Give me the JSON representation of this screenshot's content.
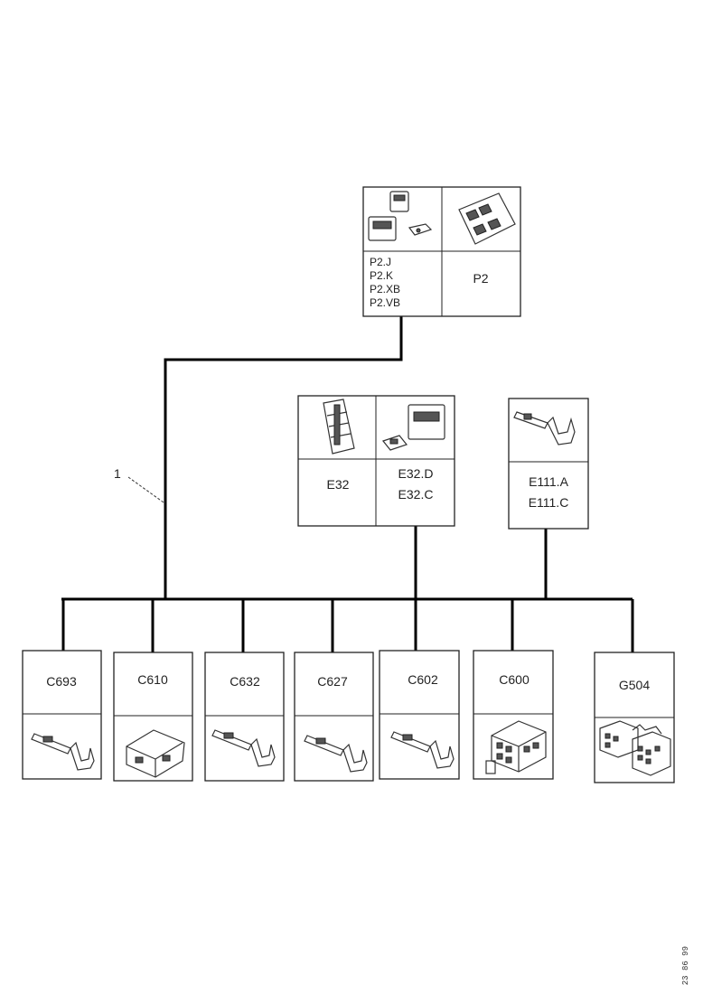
{
  "callout": {
    "label": "1"
  },
  "top_connector": {
    "left_labels": [
      "P2.J",
      "P2.K",
      "P2.XB",
      "P2.VB"
    ],
    "right_label": "P2"
  },
  "e32_connector": {
    "left_label": "E32",
    "right_labels": [
      "E32.D",
      "E32.C"
    ]
  },
  "e111_connector": {
    "labels": [
      "E111.A",
      "E111.C"
    ]
  },
  "bottom_connectors": [
    {
      "label": "C693",
      "icon": "terminal-pin-icon"
    },
    {
      "label": "C610",
      "icon": "connector-housing-icon"
    },
    {
      "label": "C632",
      "icon": "terminal-pin-icon"
    },
    {
      "label": "C627",
      "icon": "terminal-pin-icon"
    },
    {
      "label": "C602",
      "icon": "terminal-pin-icon"
    },
    {
      "label": "C600",
      "icon": "multi-pin-connector-icon"
    },
    {
      "label": "G504",
      "icon": "multi-pin-connector-icon"
    }
  ],
  "drawing_code": "23 86 99"
}
